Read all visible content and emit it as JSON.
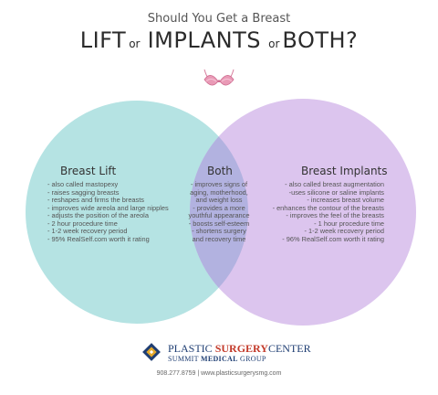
{
  "header": {
    "subtitle": "Should You Get a Breast",
    "word1": "LIFT",
    "or1": "or",
    "word2": "IMPLANTS",
    "or2": "or",
    "word3": "BOTH?"
  },
  "icon": "bra-icon",
  "colors": {
    "left_circle": "#b5e3e3",
    "right_circle": "#dcc5ee",
    "overlap": "#b2b2e0",
    "bra": "#e99ab6"
  },
  "lift": {
    "title": "Breast Lift",
    "items": [
      "- also called mastopexy",
      "- raises sagging breasts",
      "- reshapes and firms the breasts",
      "- improves wide areola and large nipples",
      "- adjusts the position of the areola",
      "- 2 hour procedure time",
      "- 1-2 week recovery period",
      "- 95% RealSelf.com worth it rating"
    ]
  },
  "both": {
    "title": "Both",
    "items": [
      "- improves signs of",
      "aging, motherhood,",
      "and weight loss",
      "- provides a more",
      "youthful appearance",
      "- boosts self-esteem",
      "- shortens surgery",
      "and recovery time"
    ]
  },
  "implants": {
    "title": "Breast Implants",
    "items": [
      "- also called breast augmentation",
      "-uses silicone or saline implants",
      "- increases breast volume",
      "- enhances the contour of the breasts",
      "- improves the feel of the breasts",
      "- 1 hour procedure time",
      "- 1-2 week recovery period",
      "- 96% RealSelf.com worth it rating"
    ]
  },
  "brand": {
    "name_part1": "PLASTIC ",
    "name_part2": "SURGERY",
    "name_part3": "CENTER",
    "group_part1": "SUMMIT ",
    "group_part2": "MEDICAL",
    "group_part3": " GROUP",
    "contact": "908.277.8759 | www.plasticsurgerysmg.com"
  }
}
